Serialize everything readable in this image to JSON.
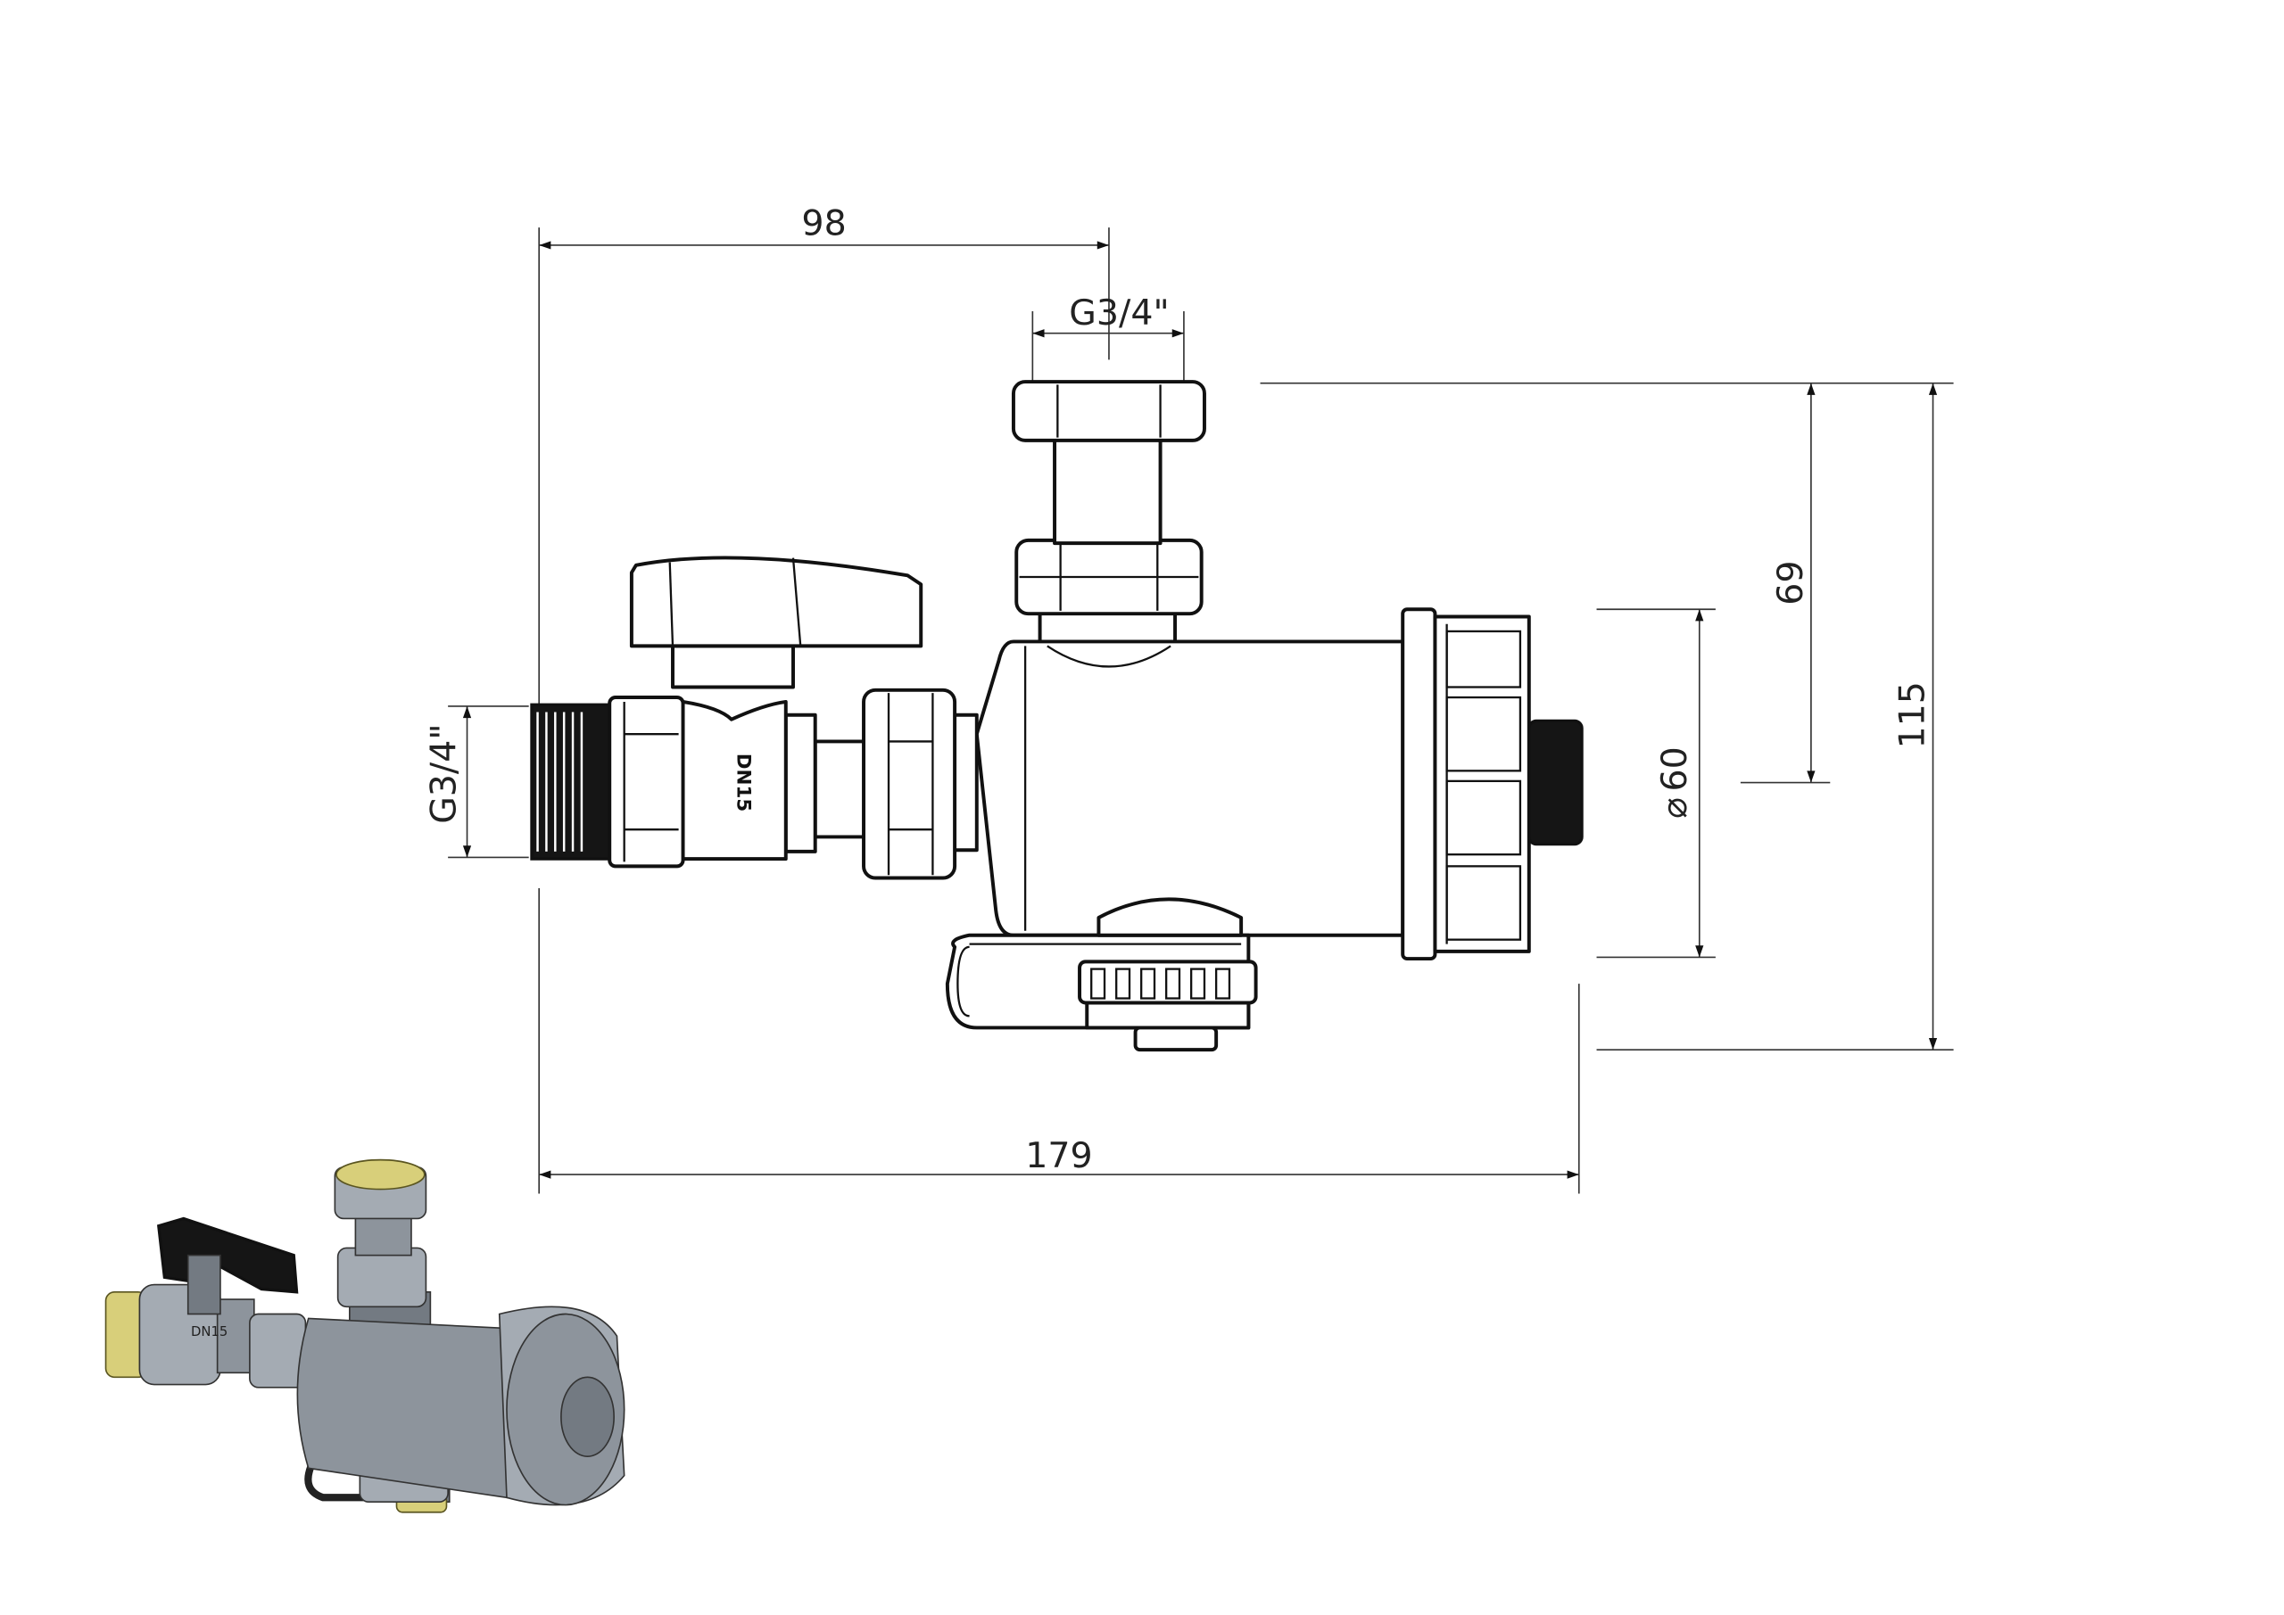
{
  "drawing": {
    "dimensions": {
      "center_distance": "98",
      "top_connection": "G3/4\"",
      "side_connection": "G3/4\"",
      "height_to_axis": "69",
      "total_height": "115",
      "diameter_symbol": "⌀",
      "diameter": "60",
      "total_length": "179"
    },
    "valve_marking": "DN15",
    "render_marking": "DN15"
  },
  "colors": {
    "line": "#111111",
    "body_grey": "#8d949c",
    "brass": "#d8cf7a",
    "handle": "#1a1a1a"
  }
}
